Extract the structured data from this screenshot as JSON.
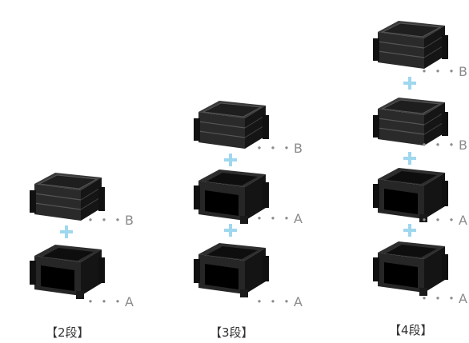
{
  "columns": [
    {
      "caption": "【2段】",
      "parts": [
        "B",
        "A"
      ]
    },
    {
      "caption": "【3段】",
      "parts": [
        "B",
        "A",
        "A"
      ]
    },
    {
      "caption": "【4段】",
      "parts": [
        "B",
        "B",
        "A",
        "A"
      ]
    }
  ],
  "labels": {
    "b": "・・・B",
    "a": "・・・A"
  }
}
